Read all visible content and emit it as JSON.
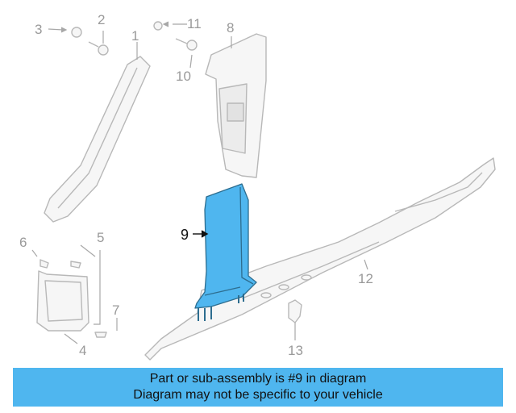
{
  "callouts": {
    "c1": "1",
    "c2": "2",
    "c3": "3",
    "c4": "4",
    "c5": "5",
    "c6": "6",
    "c7": "7",
    "c8": "8",
    "c9": "9",
    "c10": "10",
    "c11": "11",
    "c12": "12",
    "c13": "13"
  },
  "banner": {
    "line1": "Part or sub-assembly is #9 in diagram",
    "line2": "Diagram may not be specific to your vehicle"
  },
  "colors": {
    "highlight_fill": "#4fb6ef",
    "line_gray": "#b8b8b8",
    "part_fill": "#f5f5f5"
  }
}
